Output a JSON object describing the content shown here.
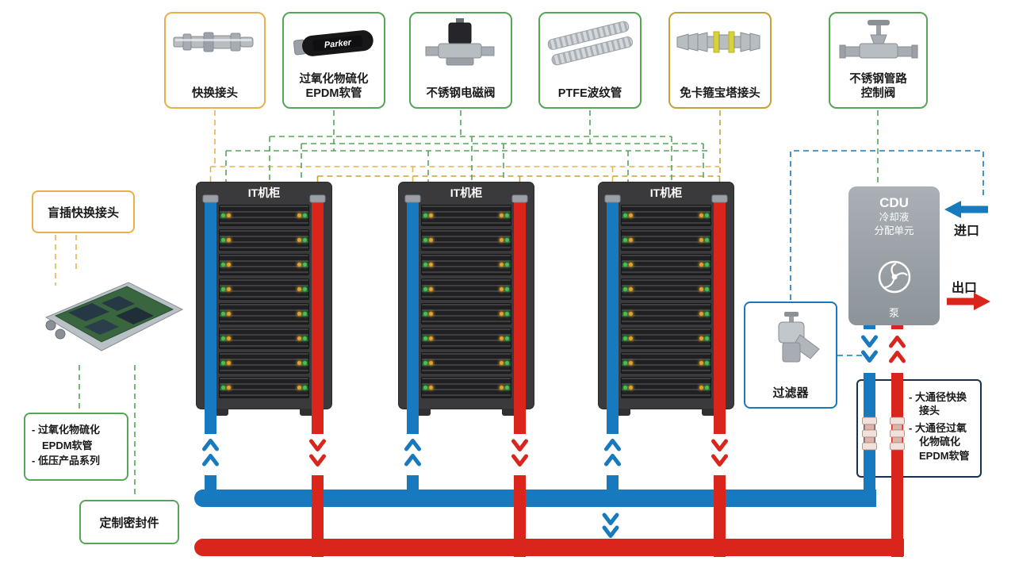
{
  "top_components": [
    {
      "label1": "快换接头",
      "label2": ""
    },
    {
      "label1": "过氧化物硫化",
      "label2": "EPDM软管"
    },
    {
      "label1": "不锈钢电磁阀",
      "label2": ""
    },
    {
      "label1": "PTFE波纹管",
      "label2": ""
    },
    {
      "label1": "免卡箍宝塔接头",
      "label2": ""
    },
    {
      "label1": "不锈钢管路",
      "label2": "控制阀"
    }
  ],
  "hose_brand": "Parker",
  "left_panel": {
    "blind_mate_label": "盲插快换接头",
    "epdm_lines": [
      "- 过氧化物硫化",
      "EPDM软管",
      "- 低压产品系列"
    ],
    "custom_seal_label": "定制密封件"
  },
  "racks": {
    "title": "IT机柜",
    "count": 3,
    "servers_per_rack": 8
  },
  "cdu": {
    "name": "CDU",
    "desc_line1": "冷却液",
    "desc_line2": "分配单元",
    "pump_label": "泵"
  },
  "flow_labels": {
    "inlet": "进口",
    "outlet": "出口"
  },
  "filter": {
    "label": "过滤器"
  },
  "large_bore_panel": {
    "lines": [
      "- 大通径快换",
      "接头",
      "- 大通径过氧",
      "化物硫化",
      "EPDM软管"
    ]
  },
  "colors": {
    "pipe_blue": "#1779BE",
    "pipe_red": "#DA251C",
    "green_border": "#55A757",
    "orange_border": "#E8B04B",
    "dark_yellow_border": "#C6A13B",
    "navy_border": "#16324F",
    "led_green": "#42C24F",
    "led_amber": "#E2A32C"
  }
}
